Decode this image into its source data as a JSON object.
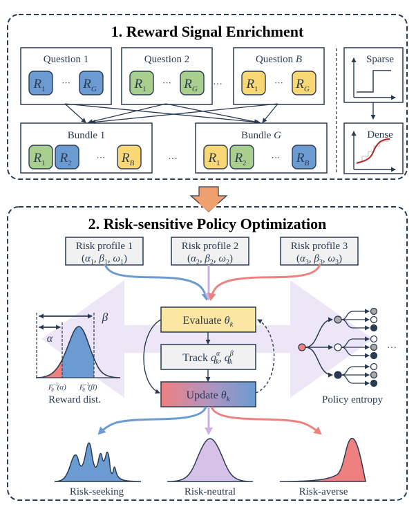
{
  "colors": {
    "frame": "#2a3a52",
    "blue": "#6b9bd1",
    "green": "#a9cf8e",
    "yellow": "#f8d775",
    "red": "#ee8180",
    "purple": "#c9b2e2",
    "orange_arrow": "#f0a06e",
    "profile_bg": "#f1f1f1",
    "evaluate_bg": "#fbe6a2",
    "track_bg": "#f1f1f1",
    "lavender_band": "#ece6f6",
    "gray_node": "#a8a8a8"
  },
  "section1": {
    "title": "1. Reward Signal Enrichment",
    "questions": [
      {
        "label": "Question 1",
        "label_italic_suffix": "",
        "color": "blue",
        "rewards": [
          {
            "base": "R",
            "sub": "1"
          },
          {
            "base": "R",
            "sub": "G"
          }
        ]
      },
      {
        "label": "Question 2",
        "label_italic_suffix": "",
        "color": "green",
        "rewards": [
          {
            "base": "R",
            "sub": "1"
          },
          {
            "base": "R",
            "sub": "G"
          }
        ]
      },
      {
        "label": "Question ",
        "label_italic_suffix": "B",
        "color": "yellow",
        "rewards": [
          {
            "base": "R",
            "sub": "1"
          },
          {
            "base": "R",
            "sub": "G"
          }
        ]
      }
    ],
    "ellipsis": "···",
    "bundles": [
      {
        "label": "Bundle 1",
        "label_italic_suffix": "",
        "rewards": [
          {
            "base": "R",
            "sub": "1",
            "color": "green"
          },
          {
            "base": "R",
            "sub": "2",
            "color": "blue"
          },
          {
            "base": "R",
            "sub": "B",
            "color": "yellow"
          }
        ]
      },
      {
        "label": "Bundle ",
        "label_italic_suffix": "G",
        "rewards": [
          {
            "base": "R",
            "sub": "1",
            "color": "yellow"
          },
          {
            "base": "R",
            "sub": "2",
            "color": "green"
          },
          {
            "base": "R",
            "sub": "B",
            "color": "blue"
          }
        ]
      }
    ],
    "signal_types": [
      {
        "label": "Sparse",
        "kind": "step"
      },
      {
        "label": "Dense",
        "kind": "smooth"
      }
    ]
  },
  "section2": {
    "title": "2. Risk-sensitive Policy Optimization",
    "risk_profiles": [
      {
        "label": "Risk profile 1",
        "params": [
          "α",
          "1",
          "β",
          "1",
          "ω",
          "1"
        ],
        "color": "blue"
      },
      {
        "label": "Risk profile 2",
        "params": [
          "α",
          "2",
          "β",
          "2",
          "ω",
          "2"
        ],
        "color": "purple"
      },
      {
        "label": "Risk profile 3",
        "params": [
          "α",
          "3",
          "β",
          "3",
          "ω",
          "3"
        ],
        "color": "red"
      }
    ],
    "loop": {
      "evaluate": {
        "text": "Evaluate ",
        "sym": "θ",
        "sub": "k"
      },
      "track": {
        "text": "Track ",
        "q1_sup": "α",
        "q2_sup": "β",
        "sub": "k"
      },
      "update": {
        "text": "Update ",
        "sym": "θ",
        "sub": "k"
      }
    },
    "reward_dist": {
      "label": "Reward dist.",
      "alpha": "α",
      "beta": "β",
      "quantile_alpha": "F",
      "quantile_sub": "θ",
      "quantile_sup": "−1",
      "quantile_alpha_arg": "(α)",
      "quantile_beta_arg": "(β)"
    },
    "policy_entropy": {
      "label": "Policy entropy",
      "branches": [
        {
          "node": "gray",
          "leaves": [
            "gray",
            "white",
            "dark"
          ]
        },
        {
          "node": "white",
          "leaves": [
            "white",
            "gray",
            "dark"
          ]
        },
        {
          "node": "dark",
          "leaves": [
            "white",
            "gray",
            "dark"
          ]
        }
      ],
      "ellipsis": "···"
    },
    "outcomes": [
      {
        "label": "Risk-seeking",
        "color": "blue"
      },
      {
        "label": "Risk-neutral",
        "color": "purple"
      },
      {
        "label": "Risk-averse",
        "color": "red"
      }
    ]
  }
}
